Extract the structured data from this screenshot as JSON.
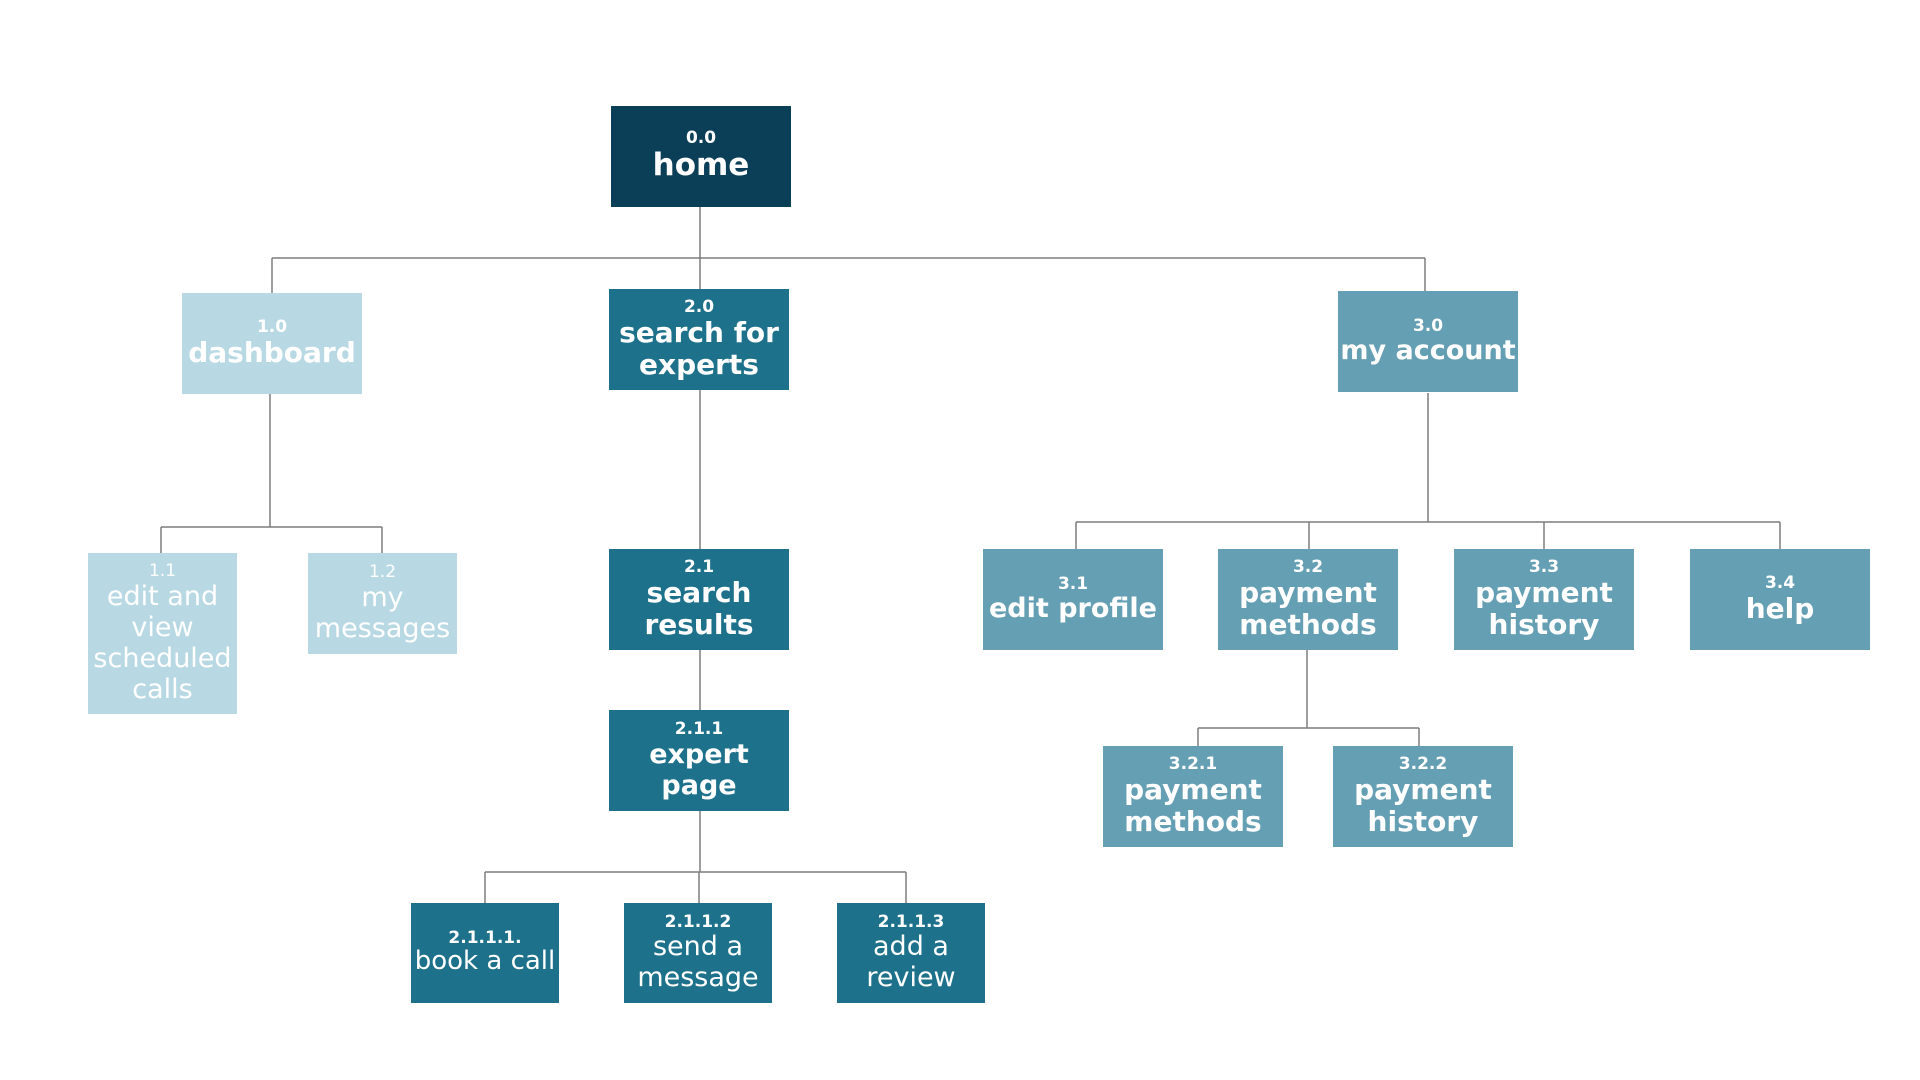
{
  "colors": {
    "root": "#0b3e57",
    "search_branch": "#1d718b",
    "account_branch": "#659fb3",
    "dashboard_branch": "#b8d9e3",
    "connector": "#7d7d7d"
  },
  "nodes": {
    "home": {
      "number": "0.0",
      "label": "home"
    },
    "dashboard": {
      "number": "1.0",
      "label": "dashboard"
    },
    "edit_view_calls": {
      "number": "1.1",
      "label": "edit and view scheduled calls"
    },
    "my_messages": {
      "number": "1.2",
      "label": "my messages"
    },
    "search_experts": {
      "number": "2.0",
      "label": "search for experts"
    },
    "search_results": {
      "number": "2.1",
      "label": "search results"
    },
    "expert_page": {
      "number": "2.1.1",
      "label": "expert page"
    },
    "book_call": {
      "number": "2.1.1.1.",
      "label": "book a call"
    },
    "send_message": {
      "number": "2.1.1.2",
      "label": "send a message"
    },
    "add_review": {
      "number": "2.1.1.3",
      "label": "add a review"
    },
    "my_account": {
      "number": "3.0",
      "label": "my account"
    },
    "edit_profile": {
      "number": "3.1",
      "label": "edit profile"
    },
    "payment_methods": {
      "number": "3.2",
      "label": "payment methods"
    },
    "payment_history": {
      "number": "3.3",
      "label": "payment history"
    },
    "help": {
      "number": "3.4",
      "label": "help"
    },
    "payment_methods_sub": {
      "number": "3.2.1",
      "label": "payment methods"
    },
    "payment_history_sub": {
      "number": "3.2.2",
      "label": "payment history"
    }
  }
}
